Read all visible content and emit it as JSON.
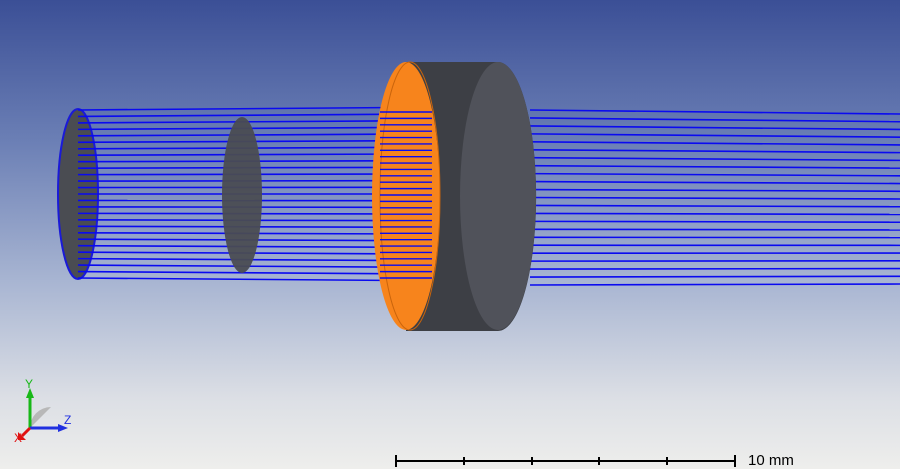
{
  "viewport": {
    "colors": {
      "background_top": "#3b4f96",
      "background_bottom": "#eeeeec",
      "ray": "#0000ff",
      "lens_face": "#4e5056",
      "lens_side": "#3c3e44",
      "lens_highlight": "#f7841c",
      "detector": "#4a4c52"
    }
  },
  "axes": {
    "y_label": "Y",
    "z_label": "Z",
    "x_label": "X",
    "colors": {
      "y": "#18b818",
      "z": "#2030e0",
      "x": "#e01010"
    }
  },
  "scale_bar": {
    "label": "10 mm"
  }
}
